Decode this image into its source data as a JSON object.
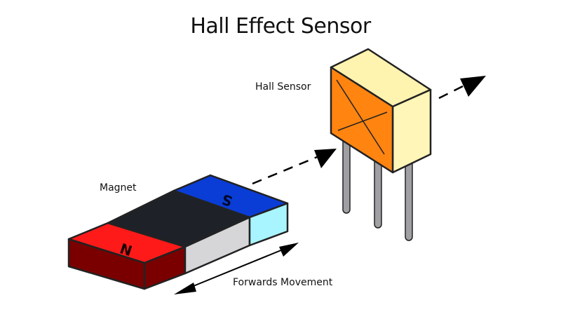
{
  "title": "Hall Effect Sensor",
  "labels": {
    "hall_sensor": "Hall Sensor",
    "magnet": "Magnet",
    "movement": "Forwards Movement"
  },
  "magnet": {
    "north_pole": "N",
    "south_pole": "S"
  },
  "colors": {
    "north_top": "#ff1a1a",
    "north_front": "#7a0000",
    "south_top": "#0a3dd6",
    "south_side": "#a8f4ff",
    "magnet_body_top": "#1e2228",
    "magnet_body_front": "#d6d6d8",
    "sensor_front": "#ff8410",
    "sensor_top": "#fff3b0",
    "sensor_side": "#fff6b8",
    "pin": "#a0a0a4"
  }
}
